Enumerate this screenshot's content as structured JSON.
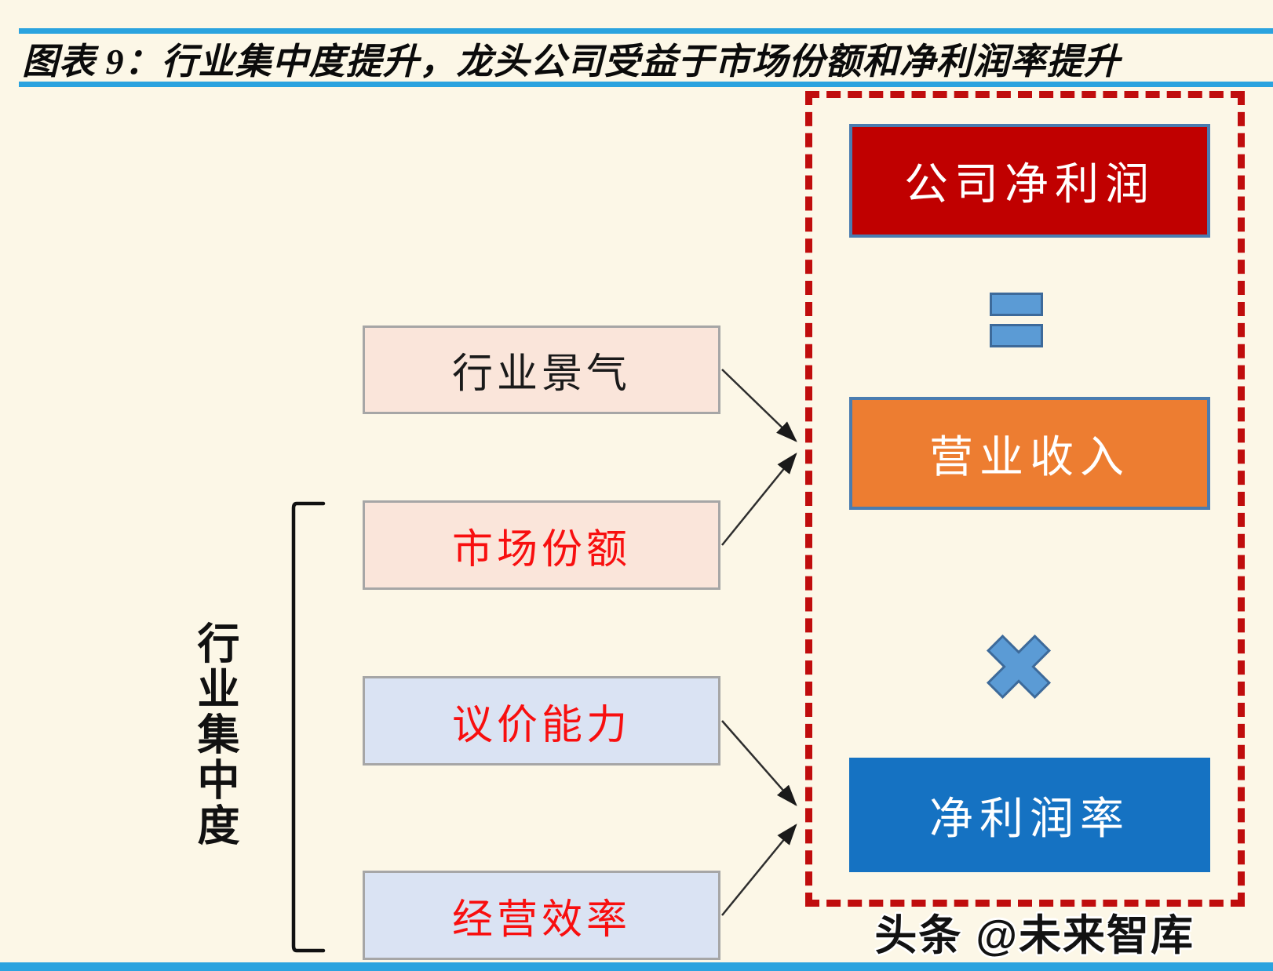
{
  "title": "图表 9：行业集中度提升，龙头公司受益于市场份额和净利润率提升",
  "left_panel": {
    "group_label": "行业集中度",
    "boxes": [
      {
        "label": "行业景气",
        "fill": "#fae5da",
        "text_color": "#1a1a1a"
      },
      {
        "label": "市场份额",
        "fill": "#fae5da",
        "text_color": "#f80f0f"
      },
      {
        "label": "议价能力",
        "fill": "#dae3f3",
        "text_color": "#f80f0f"
      },
      {
        "label": "经营效率",
        "fill": "#dae3f3",
        "text_color": "#f80f0f"
      }
    ]
  },
  "right_panel": {
    "boxes": [
      {
        "label": "公司净利润",
        "fill": "#c00000",
        "text_color": "#ffffff"
      },
      {
        "label": "营业收入",
        "fill": "#ed7d31",
        "text_color": "#ffffff"
      },
      {
        "label": "净利润率",
        "fill": "#1572c2",
        "text_color": "#ffffff"
      }
    ],
    "operators": [
      {
        "name": "equals",
        "glyph": "="
      },
      {
        "name": "multiply",
        "glyph": "×"
      }
    ]
  },
  "watermark": "头条 @未来智库",
  "colors": {
    "background": "#fcf7e7",
    "rule_blue": "#2ba3df",
    "dashed_border_red": "#c00d0d",
    "operator_fill": "#5b9bd5",
    "operator_border": "#3d6a9a",
    "left_box_border": "#a6a6a6",
    "right_box_border": "#4a7cb0",
    "arrow": "#2e2e2e",
    "bracket": "#111111"
  }
}
